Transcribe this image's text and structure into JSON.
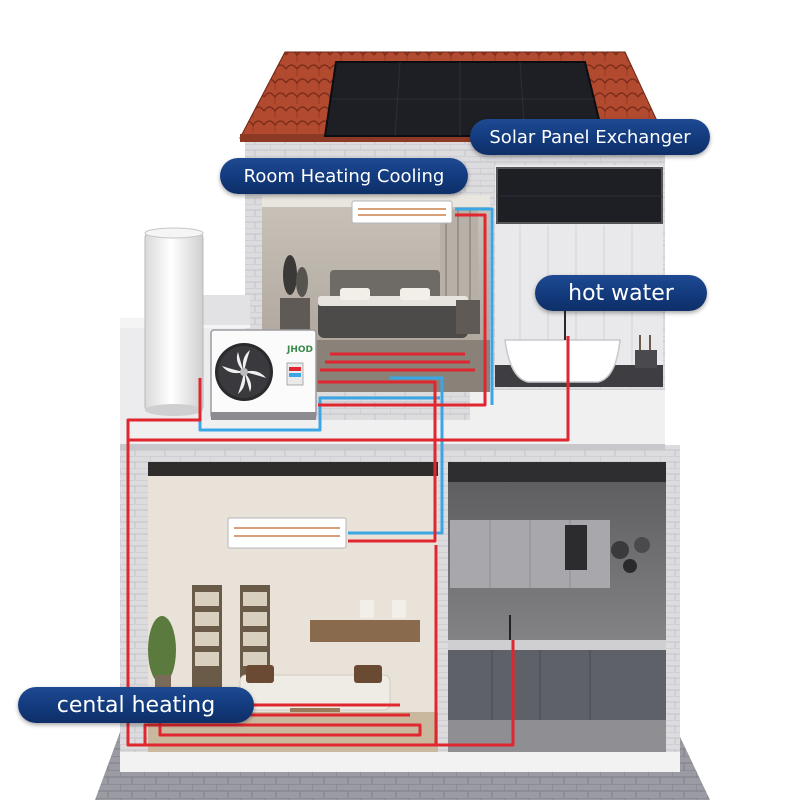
{
  "labels": {
    "solar": "Solar Panel Exchanger",
    "room": "Room Heating Cooling",
    "hot_water": "hot water",
    "cental": "cental heating"
  },
  "heat_pump": {
    "brand": "JHOD"
  },
  "colors": {
    "pill_bg": "#15397a",
    "hot_pipe": "#e0262f",
    "cold_pipe": "#3ba6e6",
    "roof": "#b0462d",
    "solar_panel": "#1d1f24",
    "brick_wall": "#d9d9dc"
  }
}
